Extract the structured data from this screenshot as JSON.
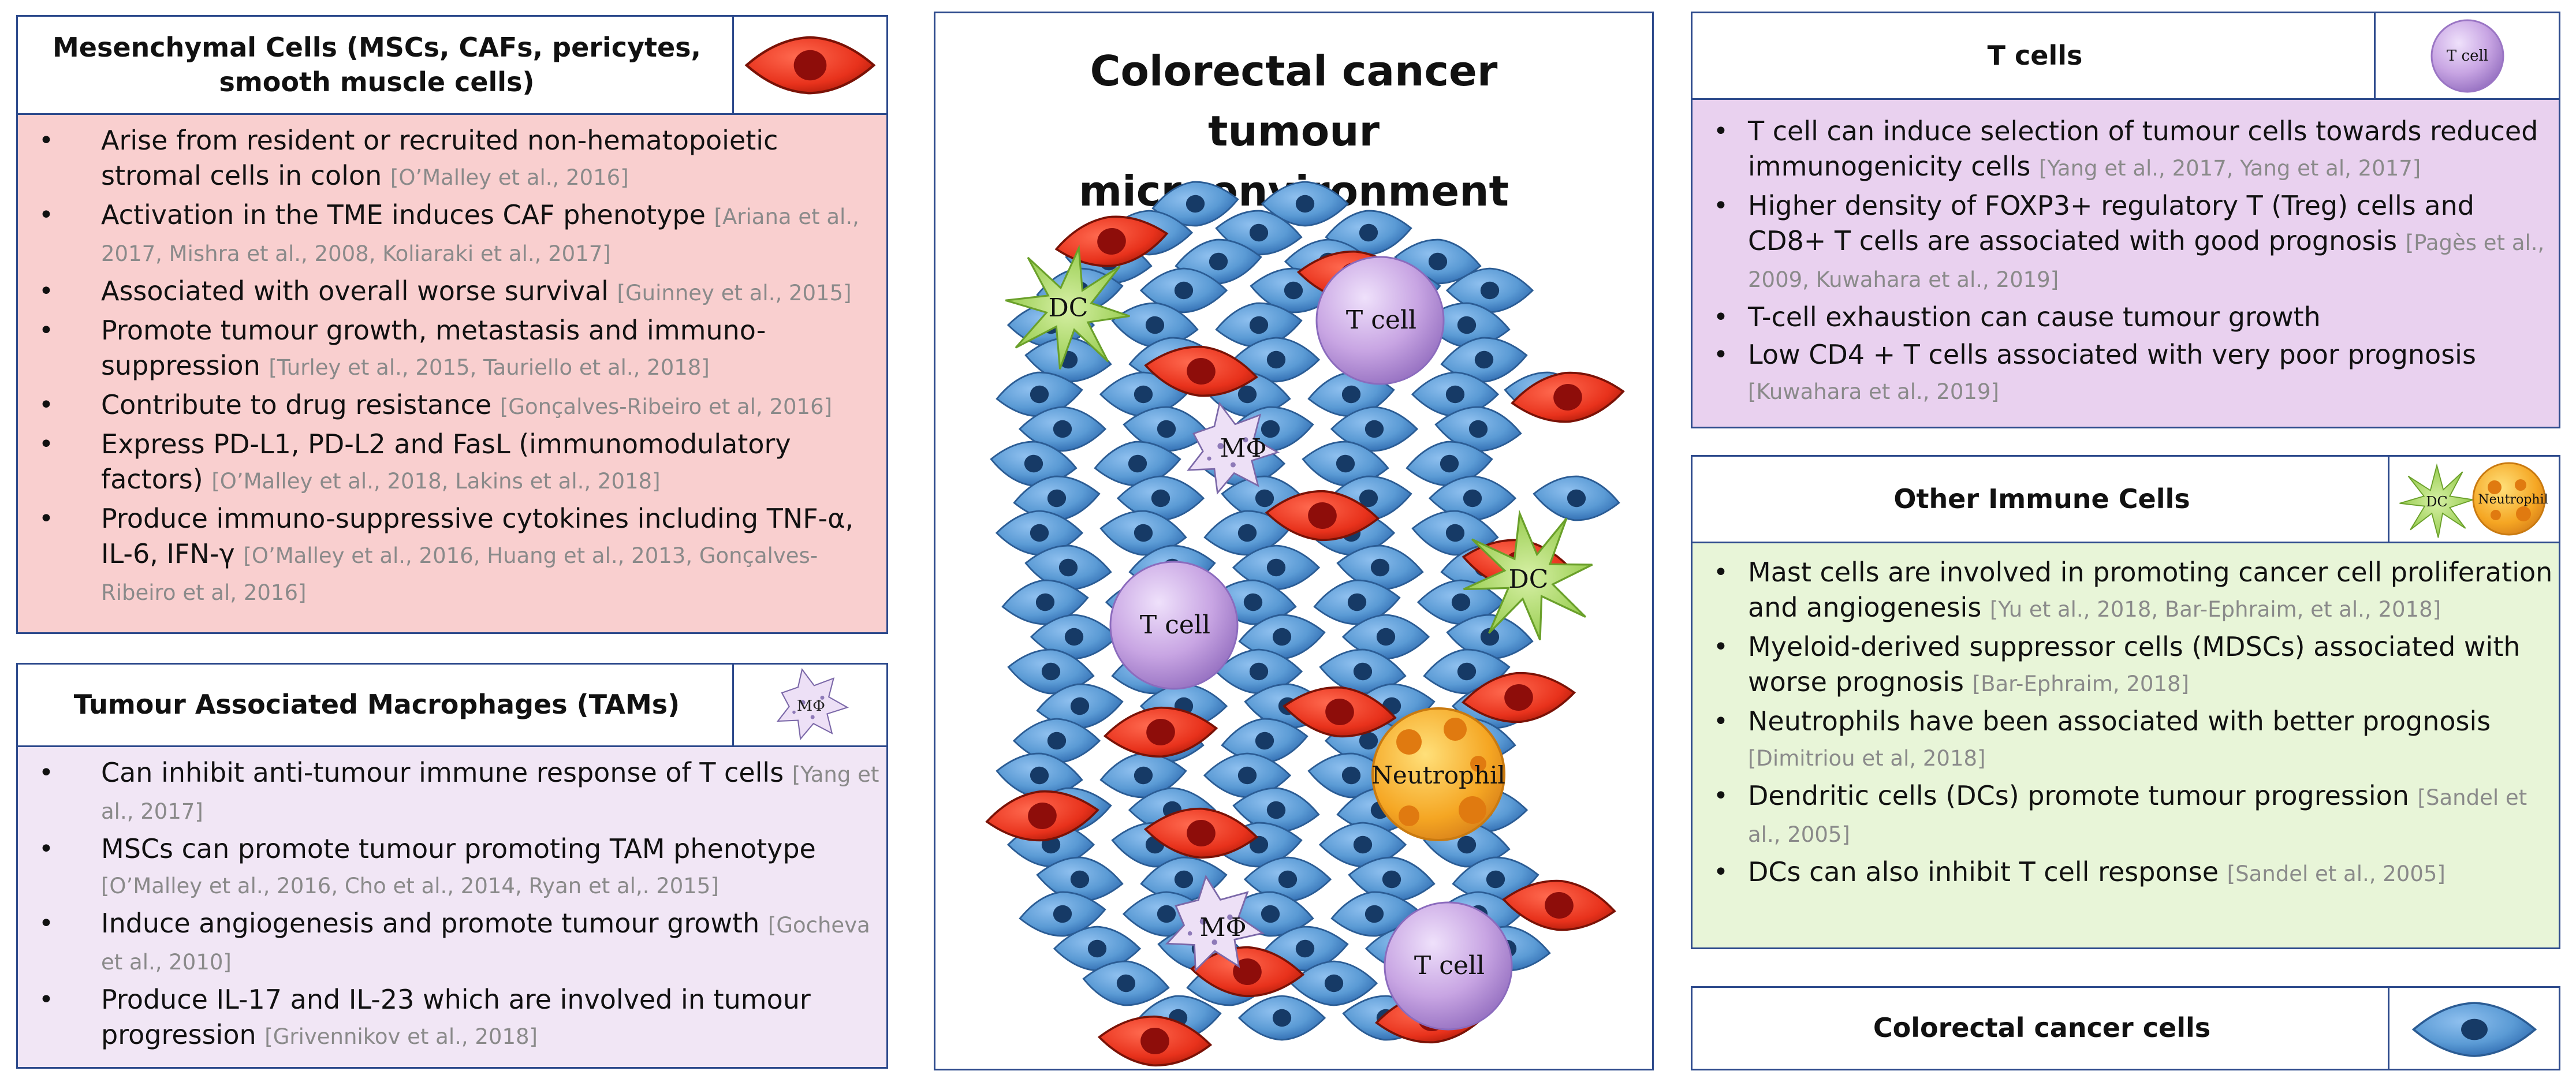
{
  "mesenchymal": {
    "title": "Mesenchymal Cells (MSCs, CAFs, pericytes, smooth muscle cells)",
    "icon": "red-stromal-cell-icon",
    "items": [
      {
        "text": "Arise from resident or recruited non-hematopoietic stromal cells in colon",
        "citation": "[O’Malley et al., 2016]"
      },
      {
        "text": "Activation in the TME induces CAF phenotype",
        "citation": "[Ariana et al., 2017, Mishra et al., 2008, Koliaraki et al., 2017]"
      },
      {
        "text": "Associated with overall worse survival",
        "citation": "[Guinney et al., 2015]"
      },
      {
        "text": "Promote tumour growth, metastasis and  immuno-suppression",
        "citation": "[Turley et al., 2015, Tauriello et al., 2018]"
      },
      {
        "text": "Contribute to drug resistance",
        "citation": "[Gonçalves-Ribeiro et al, 2016]"
      },
      {
        "text": "Express PD-L1, PD-L2 and FasL (immunomodulatory factors)",
        "citation": "[O’Malley et al., 2018, Lakins et al., 2018]"
      },
      {
        "text": "Produce immuno-suppressive cytokines including TNF-α, IL-6, IFN-γ",
        "citation": "[O’Malley et al., 2016, Huang et al., 2013, Gonçalves-Ribeiro et al, 2016]"
      }
    ]
  },
  "tams": {
    "title": "Tumour Associated Macrophages (TAMs)",
    "icon_label": "MΦ",
    "items": [
      {
        "text": "Can inhibit anti-tumour immune response of T cells",
        "citation": "[Yang et al., 2017]"
      },
      {
        "text": "MSCs can promote tumour promoting TAM phenotype",
        "citation": "[O’Malley et al., 2016, Cho et al., 2014, Ryan et al,. 2015]"
      },
      {
        "text": "Induce angiogenesis and promote tumour growth",
        "citation": "[Gocheva et al., 2010]"
      },
      {
        "text": "Produce IL-17 and IL-23 which are involved in tumour progression",
        "citation": "[Grivennikov et al., 2018]"
      }
    ]
  },
  "center": {
    "title": "Colorectal cancer tumour microenvironment",
    "labels": {
      "dc": "DC",
      "tcell": "T cell",
      "macrophage": "MΦ",
      "neutrophil": "Neutrophil"
    }
  },
  "tcells": {
    "title": "T cells",
    "icon_label": "T cell",
    "items": [
      {
        "text": "T cell can induce selection of tumour cells towards reduced immunogenicity cells",
        "citation": "[Yang et al., 2017, Yang et al, 2017]"
      },
      {
        "text": " Higher density of FOXP3+ regulatory T (Treg) cells and CD8+ T cells are associated with good prognosis",
        "citation": "[Pagès et al., 2009, Kuwahara et al., 2019]"
      },
      {
        "text": "T-cell exhaustion can cause tumour growth",
        "citation": ""
      },
      {
        "text": "Low CD4 + T cells associated with very poor prognosis",
        "citation": "[Kuwahara et al., 2019]"
      }
    ]
  },
  "other": {
    "title": "Other Immune Cells",
    "icon_labels": {
      "dc": "DC",
      "neutrophil": "Neutrophil"
    },
    "items": [
      {
        "text": "Mast cells are involved in promoting cancer cell proliferation and angiogenesis",
        "citation": "[Yu et al., 2018, Bar-Ephraim, et al., 2018]"
      },
      {
        "text": "Myeloid-derived suppressor cells (MDSCs) associated with worse prognosis",
        "citation": "[Bar-Ephraim, 2018]"
      },
      {
        "text": "Neutrophils have been associated with better prognosis",
        "citation": "[Dimitriou et al, 2018]"
      },
      {
        "text": "Dendritic cells (DCs) promote tumour progression",
        "citation": "[Sandel et al., 2005]"
      },
      {
        "text": "DCs can also inhibit T cell response",
        "citation": "[Sandel et al., 2005]"
      }
    ]
  },
  "crc": {
    "title": "Colorectal cancer cells",
    "icon": "blue-cancer-cell-icon"
  },
  "colors": {
    "border": "#2d4a8c",
    "mesenchymal_bg": "#f9cfcf",
    "tam_bg": "#f1e6f5",
    "tcell_bg": "#e9d1ef",
    "other_bg": "#e8f5d8",
    "cancer_cell": "#5b9bd5",
    "stromal_cell": "#e8321c",
    "tcell": "#c8a5e3",
    "dc": "#9ed24f",
    "neutrophil": "#f5a623"
  }
}
